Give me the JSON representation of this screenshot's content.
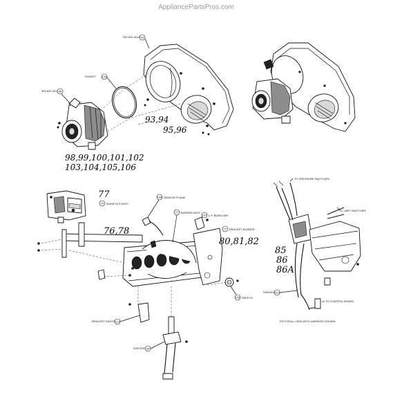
{
  "watermark": "AppliancePartsPros.com",
  "callouts": {
    "top_part_label": "300 603 4014",
    "top_part_num": "99",
    "gasket_label": "GASKET",
    "gasket_num": "103",
    "motor_label": "300 603 4014",
    "motor_num": "98",
    "manifold_label": "MANIFOLD ASSY",
    "manifold_num": "75",
    "sensor_label": "SENSOR FLAME",
    "sensor_num": "108",
    "burner_label": "BURNER ASSY",
    "burner_num": "71",
    "lp_label": "L.P. BURN ORF",
    "lp_num": "107",
    "bracket_label": "BRACKET BURNER",
    "bracket_num": "72",
    "switch_label": "SWITCH",
    "switch_num": "109",
    "igniter_label": "BRACKET IGNITER",
    "igniter_num": "113",
    "ignitor_label": "IGNITER",
    "ignitor_num": "90",
    "pressure_label": "TO PRESSURE SWITCHES",
    "limit_label": "TO LIMIT SWITCHES",
    "harness_label": "HARNESS",
    "harness_num": "101",
    "control_label": "TO CONTROL BOARD",
    "view_caption": "PICTORIAL VIEW WITH HARNESS SHOWN"
  },
  "handwritten": {
    "blower_nums_line1": "98,99,100,101,102",
    "blower_nums_line2": "103,104,105,106",
    "gasket_nums_a": "93,94",
    "gasket_nums_b": "95,96",
    "valve_num": "77",
    "pipe_nums": "76,78",
    "burner_nums": "80,81,82",
    "harness_n1": "85",
    "harness_n2": "86",
    "harness_n3": "86A"
  }
}
